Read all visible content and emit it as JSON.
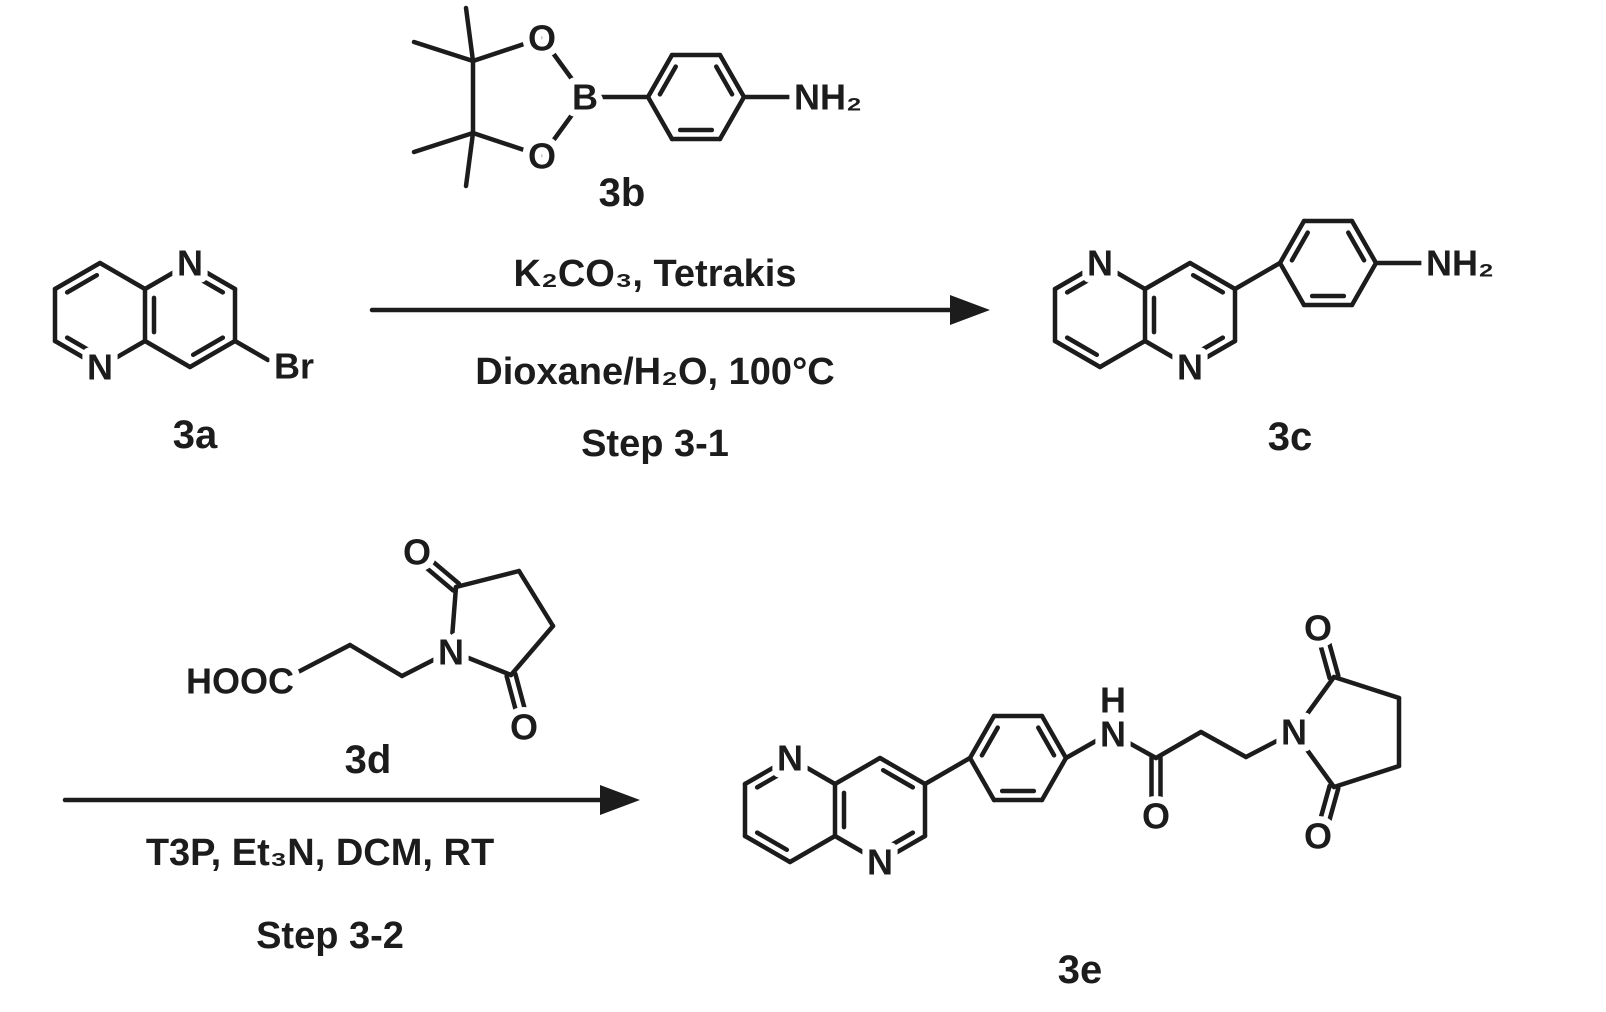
{
  "figure": {
    "steps": {
      "step1": {
        "reagents_line1": "K₂CO₃, Tetrakis",
        "reagents_line2": "Dioxane/H₂O, 100°C",
        "label": "Step 3-1"
      },
      "step2": {
        "reagents_line1": "T3P, Et₃N, DCM, RT",
        "label": "Step 3-2"
      }
    },
    "compounds": {
      "a": {
        "id": "3a",
        "atoms": {
          "n1": "N",
          "n5": "N",
          "br": "Br"
        }
      },
      "b": {
        "id": "3b",
        "atoms": {
          "o_top": "O",
          "o_bottom": "O",
          "b": "B",
          "nh2": "NH₂"
        }
      },
      "c": {
        "id": "3c",
        "atoms": {
          "n_top": "N",
          "n_bottom": "N",
          "nh2": "NH₂"
        }
      },
      "d": {
        "id": "3d",
        "atoms": {
          "hooc": "HOOC",
          "n": "N",
          "o_top": "O",
          "o_bottom": "O"
        }
      },
      "e": {
        "id": "3e",
        "atoms": {
          "n_top": "N",
          "n_bottom": "N",
          "amide_h": "H",
          "amide_n": "N",
          "amide_o": "O",
          "imide_n": "N",
          "imide_o_top": "O",
          "imide_o_bottom": "O"
        }
      }
    }
  }
}
